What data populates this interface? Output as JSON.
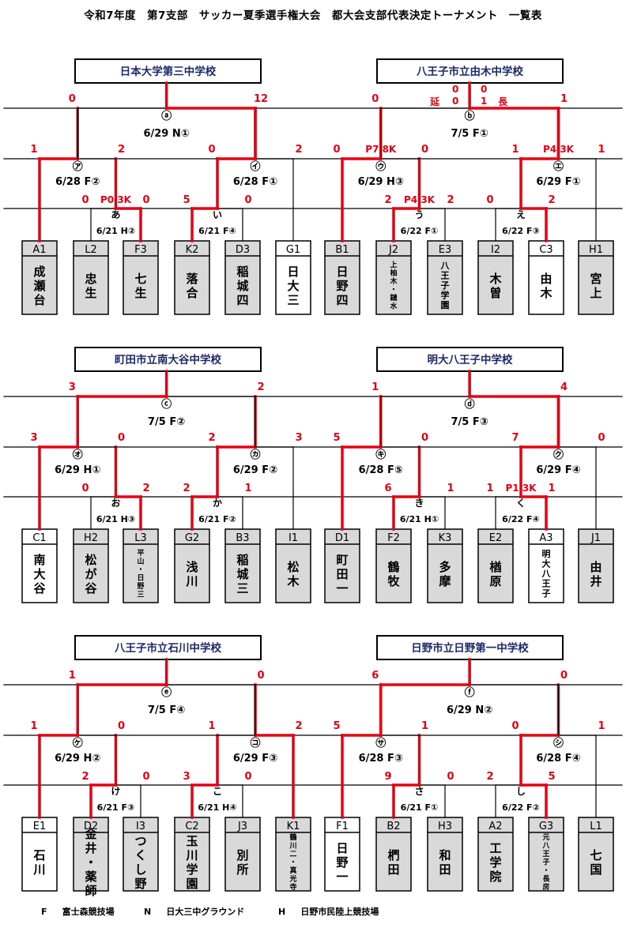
{
  "title": "令和7年度　第7支部　サッカー夏季選手権大会　都大会支部代表決定トーナメント　一覧表",
  "legend": [
    {
      "code": "F",
      "name": "富士森競技場"
    },
    {
      "code": "N",
      "name": "日大三中グラウンド"
    },
    {
      "code": "H",
      "name": "日野市民陸上競技場"
    }
  ],
  "colors": {
    "win": "#e60012",
    "lose": "#000000",
    "score": "#e60012",
    "venue_name": "#1a2a6c",
    "team_fill": "#d9d9d9"
  },
  "sections": [
    {
      "venues": [
        "日本大学第三中学校",
        "八王子市立由木中学校"
      ],
      "teams": [
        {
          "code": "A1",
          "name": "成瀬台",
          "shaded": true
        },
        {
          "code": "L2",
          "name": "忠生",
          "shaded": true
        },
        {
          "code": "F3",
          "name": "七生",
          "shaded": true
        },
        {
          "code": "K2",
          "name": "落合",
          "shaded": true
        },
        {
          "code": "D3",
          "name": "稲城四",
          "shaded": true
        },
        {
          "code": "G1",
          "name": "日大三",
          "shaded": false
        },
        {
          "code": "B1",
          "name": "日野四",
          "shaded": true
        },
        {
          "code": "J2",
          "name": "上柚木・鑓水",
          "shaded": true,
          "small": true
        },
        {
          "code": "E3",
          "name": "八王子学園",
          "shaded": true,
          "small": true
        },
        {
          "code": "I2",
          "name": "木曽",
          "shaded": true
        },
        {
          "code": "C3",
          "name": "由木",
          "shaded": false
        },
        {
          "code": "H1",
          "name": "宮上",
          "shaded": true
        }
      ],
      "final": {
        "label": "ⓐ",
        "info": "6/29 N①",
        "left": "0",
        "right": "12",
        "winner": "R"
      },
      "final2": {
        "label": "ⓑ",
        "info": "7/5 F①",
        "left": "0",
        "right": "1",
        "winner": "R",
        "extra": [
          "延",
          "0",
          "0",
          "0",
          "1",
          "長"
        ]
      },
      "semis": [
        {
          "label": "㋐",
          "info": "6/28 F②",
          "left": "1",
          "right": "2",
          "winner": "L"
        },
        {
          "label": "㋑",
          "info": "6/28 F①",
          "left": "0",
          "right": "2",
          "winner": "L"
        },
        {
          "label": "㋒",
          "info": "6/29 H③",
          "left": "0",
          "right": "0",
          "winner": "L",
          "pk": "P7 8K"
        },
        {
          "label": "㋓",
          "info": "6/29 F①",
          "left": "1",
          "right": "1",
          "winner": "L",
          "pk": "P4 3K"
        }
      ],
      "firsts": [
        {
          "label": "あ",
          "info": "6/21 H②",
          "left": "0",
          "right": "0",
          "winner": "R",
          "pk": "P0 3K"
        },
        {
          "label": "い",
          "info": "6/21 F④",
          "left": "5",
          "right": "0",
          "winner": "L"
        },
        {
          "label": "う",
          "info": "6/22 F①",
          "left": "2",
          "right": "2",
          "winner": "L",
          "pk": "P4 3K"
        },
        {
          "label": "え",
          "info": "6/22 F③",
          "left": "0",
          "right": "2",
          "winner": "R"
        }
      ]
    },
    {
      "venues": [
        "町田市立南大谷中学校",
        "明大八王子中学校"
      ],
      "teams": [
        {
          "code": "C1",
          "name": "南大谷",
          "shaded": false
        },
        {
          "code": "H2",
          "name": "松が谷",
          "shaded": true
        },
        {
          "code": "L3",
          "name": "平山・日野三",
          "shaded": true,
          "small": true
        },
        {
          "code": "G2",
          "name": "浅川",
          "shaded": true
        },
        {
          "code": "B3",
          "name": "稲城三",
          "shaded": true
        },
        {
          "code": "I1",
          "name": "松木",
          "shaded": true
        },
        {
          "code": "D1",
          "name": "町田一",
          "shaded": true
        },
        {
          "code": "F2",
          "name": "鶴牧",
          "shaded": true
        },
        {
          "code": "K3",
          "name": "多摩",
          "shaded": true
        },
        {
          "code": "E2",
          "name": "楢原",
          "shaded": true
        },
        {
          "code": "A3",
          "name": "明大八王子",
          "shaded": false,
          "small": true
        },
        {
          "code": "J1",
          "name": "由井",
          "shaded": true
        }
      ],
      "final": {
        "label": "ⓒ",
        "info": "7/5 F②",
        "left": "3",
        "right": "2",
        "winner": "L"
      },
      "final2": {
        "label": "ⓓ",
        "info": "7/5 F③",
        "left": "1",
        "right": "4",
        "winner": "R"
      },
      "semis": [
        {
          "label": "㋔",
          "info": "6/29 H①",
          "left": "3",
          "right": "0",
          "winner": "L"
        },
        {
          "label": "㋕",
          "info": "6/29 F②",
          "left": "2",
          "right": "3",
          "winner": "L"
        },
        {
          "label": "㋖",
          "info": "6/28 F⑤",
          "left": "5",
          "right": "0",
          "winner": "L"
        },
        {
          "label": "㋗",
          "info": "6/29 F④",
          "left": "7",
          "right": "0",
          "winner": "L"
        }
      ],
      "firsts": [
        {
          "label": "お",
          "info": "6/21 H③",
          "left": "0",
          "right": "2",
          "winner": "R"
        },
        {
          "label": "か",
          "info": "6/21 F②",
          "left": "2",
          "right": "1",
          "winner": "L"
        },
        {
          "label": "き",
          "info": "6/21 H①",
          "left": "6",
          "right": "1",
          "winner": "L"
        },
        {
          "label": "く",
          "info": "6/22 F④",
          "left": "1",
          "right": "1",
          "winner": "R",
          "pk": "P1 3K"
        }
      ]
    },
    {
      "venues": [
        "八王子市立石川中学校",
        "日野市立日野第一中学校"
      ],
      "teams": [
        {
          "code": "E1",
          "name": "石川",
          "shaded": false
        },
        {
          "code": "D2",
          "name": "金井・薬師",
          "shaded": true
        },
        {
          "code": "I3",
          "name": "つくし野",
          "shaded": true
        },
        {
          "code": "C2",
          "name": "玉川学園",
          "shaded": true
        },
        {
          "code": "J3",
          "name": "別所",
          "shaded": true
        },
        {
          "code": "K1",
          "name": "鶴川二・真光寺",
          "shaded": true,
          "small": true
        },
        {
          "code": "F1",
          "name": "日野一",
          "shaded": false
        },
        {
          "code": "B2",
          "name": "椚田",
          "shaded": true
        },
        {
          "code": "H3",
          "name": "和田",
          "shaded": true
        },
        {
          "code": "A2",
          "name": "工学院",
          "shaded": true
        },
        {
          "code": "G3",
          "name": "元八王子・長房",
          "shaded": true,
          "small": true
        },
        {
          "code": "L1",
          "name": "七国",
          "shaded": true
        }
      ],
      "final": {
        "label": "ⓔ",
        "info": "7/5 F④",
        "left": "1",
        "right": "0",
        "winner": "L"
      },
      "final2": {
        "label": "ⓕ",
        "info": "6/29 N②",
        "left": "6",
        "right": "0",
        "winner": "L"
      },
      "semis": [
        {
          "label": "㋘",
          "info": "6/29 H②",
          "left": "1",
          "right": "0",
          "winner": "L"
        },
        {
          "label": "㋙",
          "info": "6/29 F③",
          "left": "1",
          "right": "2",
          "winner": "R"
        },
        {
          "label": "㋚",
          "info": "6/28 F③",
          "left": "5",
          "right": "1",
          "winner": "L"
        },
        {
          "label": "㋛",
          "info": "6/28 F④",
          "left": "0",
          "right": "1",
          "winner": "L"
        }
      ],
      "firsts": [
        {
          "label": "け",
          "info": "6/21 F③",
          "left": "2",
          "right": "0",
          "winner": "L"
        },
        {
          "label": "こ",
          "info": "6/21 H④",
          "left": "3",
          "right": "0",
          "winner": "L"
        },
        {
          "label": "さ",
          "info": "6/21 F①",
          "left": "9",
          "right": "0",
          "winner": "L"
        },
        {
          "label": "し",
          "info": "6/22 F②",
          "left": "2",
          "right": "5",
          "winner": "R"
        }
      ]
    }
  ]
}
